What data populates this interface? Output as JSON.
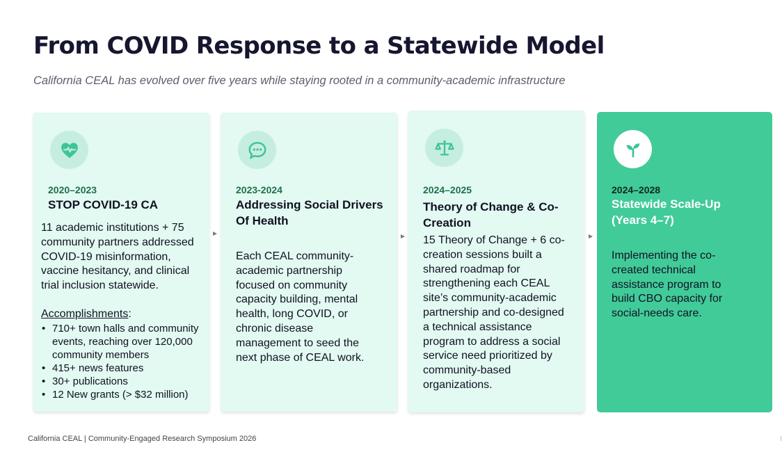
{
  "slide": {
    "title": "From COVID Response to a Statewide Model",
    "subtitle": "California CEAL has evolved over five years while staying rooted in a community-academic infrastructure"
  },
  "colors": {
    "card_light": "#e2faf1",
    "card_dark": "#41cb99",
    "icon_circle": "#c6eee0",
    "icon_stroke": "#3ec596",
    "year_text": "#1f6f4e",
    "title_text": "#161630"
  },
  "cards": [
    {
      "icon": "heart-pulse-icon",
      "years": "2020–2023",
      "phase": "STOP COVID-19 CA",
      "description": "11 academic institutions + 75 community partners addressed COVID-19 misinformation, vaccine hesitancy, and clinical trial inclusion statewide.",
      "accomplishments_label": "Accomplishments",
      "accomplishments_colon": ":",
      "accomplishments": [
        "710+ town halls and community events, reaching over 120,000 community members",
        "415+ news features",
        "30+ publications",
        "12 New grants (> $32 million)"
      ]
    },
    {
      "icon": "chat-bubble-icon",
      "years": "2023-2024",
      "phase": "Addressing Social Drivers Of Health",
      "description": "Each CEAL community-academic partnership focused on community capacity building, mental health, long COVID, or chronic disease management to seed the next phase of CEAL work."
    },
    {
      "icon": "balance-scale-icon",
      "years": "2024–2025",
      "phase": "Theory of Change & Co-Creation",
      "description": "15 Theory of Change + 6 co-creation sessions built a shared roadmap for strengthening each CEAL site’s community-academic partnership and co-designed a technical assistance program to address a social service need prioritized by community-based organizations."
    },
    {
      "icon": "seedling-icon",
      "years": "2024–2028",
      "phase": "Statewide Scale-Up (Years 4–7)",
      "description": "Implementing the co-created technical assistance program to build CBO capacity for social-needs care."
    }
  ],
  "footer": {
    "text": "California CEAL | Community-Engaged Research Symposium 2026"
  }
}
